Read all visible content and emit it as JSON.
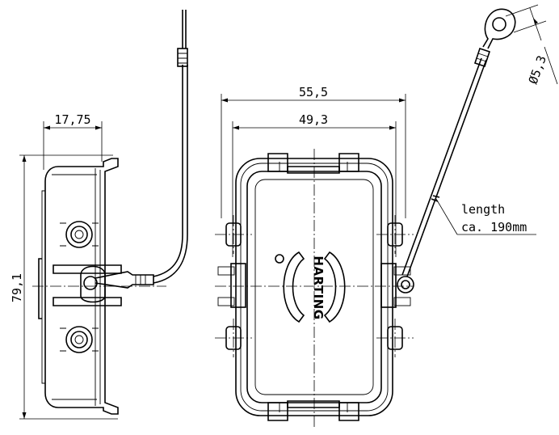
{
  "dimensions": {
    "width_outer": "55,5",
    "width_inner": "49,3",
    "depth": "17,75",
    "height": "79,1",
    "eyelet_diameter": "Ø5,3"
  },
  "note": {
    "line1": "length",
    "line2": "ca. 190mm"
  },
  "brand": {
    "name": "HARTING"
  },
  "colors": {
    "line": "#000000",
    "background": "#ffffff"
  }
}
